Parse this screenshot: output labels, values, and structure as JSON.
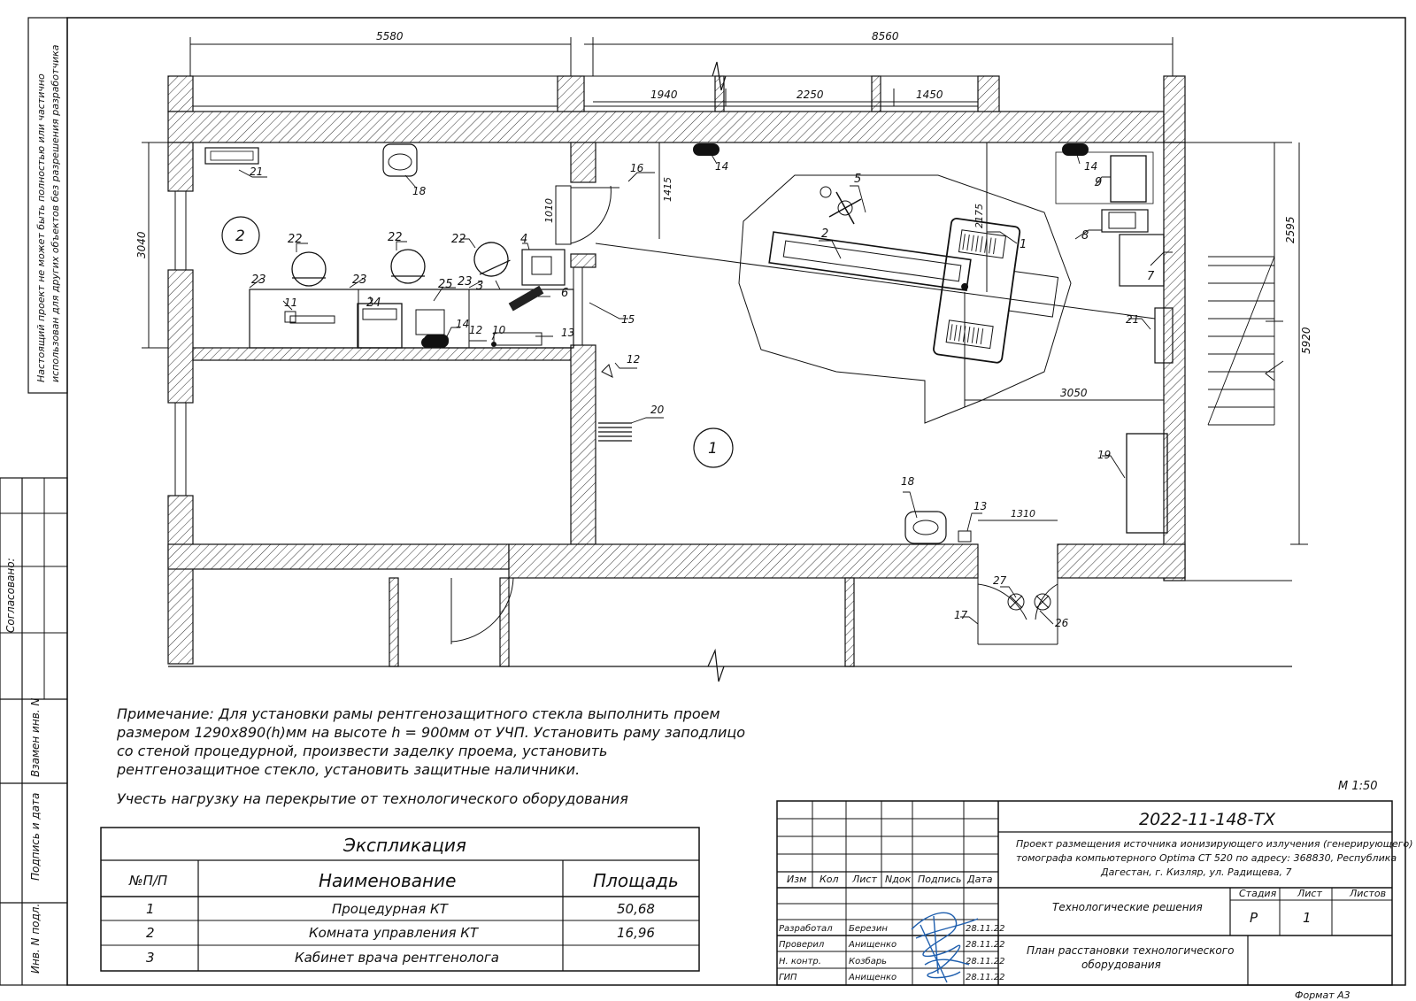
{
  "side_note": {
    "line1": "Настоящий проект не может быть полностью или частично",
    "line2": "использован для других объектов без разрешения разработчика"
  },
  "side_labels": {
    "agreed": "Согласовано:",
    "replaced": "Взамен инв. N",
    "signature_date": "Подпись и дата",
    "inventory": "Инв. N подл."
  },
  "dimensions": {
    "d5580": "5580",
    "d8560": "8560",
    "d1940": "1940",
    "d2250": "2250",
    "d1450": "1450",
    "d3040": "3040",
    "d1010": "1010",
    "d1415": "1415",
    "d2175": "2175",
    "d2595": "2595",
    "d5920": "5920",
    "d3050": "3050",
    "d1310": "1310"
  },
  "markers": {
    "m1": "1",
    "m2": "2",
    "m3": "3",
    "m4": "4",
    "m5": "5",
    "m6": "6",
    "m7": "7",
    "m8": "8",
    "m9": "9",
    "m10": "10",
    "m11": "11",
    "m12": "12",
    "m13": "13",
    "m14": "14",
    "m15": "15",
    "m16": "16",
    "m17": "17",
    "m18": "18",
    "m19": "19",
    "m20": "20",
    "m21": "21",
    "m22": "22",
    "m23": "23",
    "m24": "24",
    "m25": "25",
    "m26": "26",
    "m27": "27"
  },
  "room_numbers": {
    "r1": "1",
    "r2": "2"
  },
  "note": {
    "l1": "Примечание: Для установки рамы рентгенозащитного стекла выполнить проем",
    "l2": "размером 1290х890(h)мм на высоте h = 900мм от УЧП. Установить раму заподлицо",
    "l3": "со стеной процедурной, произвести заделку проема, установить",
    "l4": "рентгенозащитное стекло, установить защитные наличники.",
    "l5": "Учесть нагрузку на перекрытие от технологического оборудования"
  },
  "explication": {
    "title": "Экспликация",
    "headers": [
      "№П/П",
      "Наименование",
      "Площадь"
    ],
    "rows": [
      {
        "num": "1",
        "name": "Процедурная КТ",
        "area": "50,68"
      },
      {
        "num": "2",
        "name": "Комната управления КТ",
        "area": "16,96"
      },
      {
        "num": "3",
        "name": "Кабинет врача рентгенолога",
        "area": ""
      }
    ]
  },
  "title_block": {
    "scale": "М 1:50",
    "code": "2022-11-148-ТХ",
    "desc1": "Проект размещения источника ионизирующего излучения (генерирующего)",
    "desc2": "томографа компьютерного Optima CT 520 по адресу: 368830, Республика",
    "desc3": "Дагестан, г. Кизляр, ул. Радищева, 7",
    "cols": [
      "Изм",
      "Кол",
      "Лист",
      "Nдок",
      "Подпись",
      "Дата"
    ],
    "section": "Технологические решения",
    "sheet_title1": "План расстановки технологического",
    "sheet_title2": "оборудования",
    "stage_h": "Стадия",
    "sheet_h": "Лист",
    "sheets_h": "Листов",
    "stage": "Р",
    "sheet": "1",
    "sheets": "",
    "people": [
      {
        "role": "Разработал",
        "name": "Березин",
        "date": "28.11.22"
      },
      {
        "role": "Проверил",
        "name": "Анищенко",
        "date": "28.11.22"
      },
      {
        "role": "Н. контр.",
        "name": "Козбарь",
        "date": "28.11.22"
      },
      {
        "role": "ГИП",
        "name": "Анищенко",
        "date": "28.11.22"
      }
    ],
    "format": "Формат А3"
  }
}
